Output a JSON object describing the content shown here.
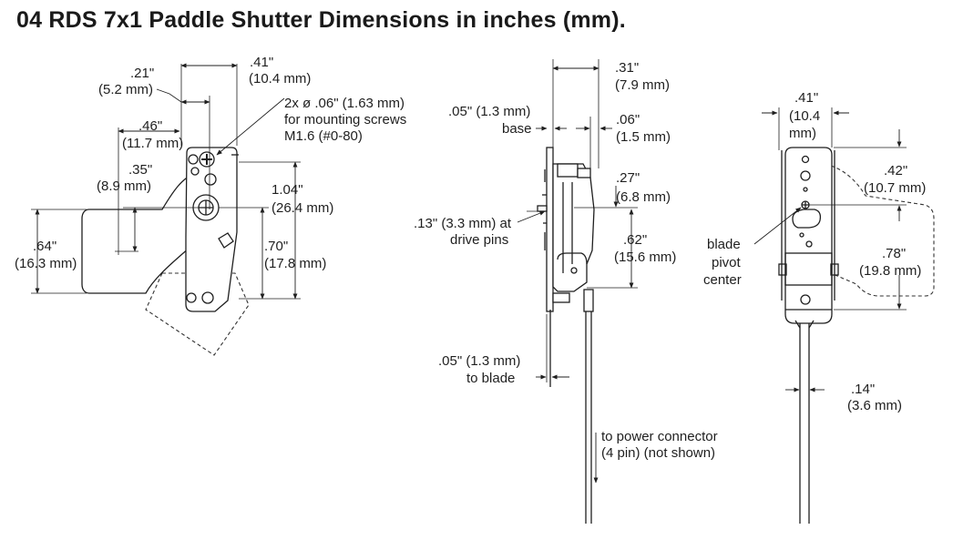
{
  "title": "04 RDS 7x1 Paddle Shutter Dimensions in inches (mm).",
  "front_view": {
    "dim_021_in": ".21\"",
    "dim_021_mm": "(5.2 mm)",
    "dim_041_in": ".41\"",
    "dim_041_mm": "(10.4 mm)",
    "holes_line1": "2x ø .06\" (1.63 mm)",
    "holes_line2": "for mounting screws",
    "holes_line3": "M1.6 (#0-80)",
    "dim_046_in": ".46\"",
    "dim_046_mm": "(11.7 mm)",
    "dim_035_in": ".35\"",
    "dim_035_mm": "(8.9 mm)",
    "dim_104_in": "1.04\"",
    "dim_104_mm": "(26.4 mm)",
    "dim_064_in": ".64\"",
    "dim_064_mm": "(16.3 mm)",
    "dim_070_in": ".70\"",
    "dim_070_mm": "(17.8 mm)"
  },
  "side_view": {
    "dim_031_in": ".31\"",
    "dim_031_mm": "(7.9 mm)",
    "dim_005_base_in": ".05\" (1.3 mm)",
    "base_label": "base",
    "dim_006_in": ".06\"",
    "dim_006_mm": "(1.5 mm)",
    "dim_027_in": ".27\"",
    "dim_027_mm": "(6.8 mm)",
    "dim_013_line1": ".13\" (3.3 mm) at",
    "dim_013_line2": "drive pins",
    "dim_062_in": ".62\"",
    "dim_062_mm": "(15.6 mm)",
    "dim_005_blade_in": ".05\" (1.3 mm)",
    "to_blade_label": "to blade",
    "power_line1": "to power connector",
    "power_line2": "(4 pin) (not shown)"
  },
  "back_view": {
    "dim_041_in": ".41\"",
    "dim_041_mm_l1": "(10.4",
    "dim_041_mm_l2": "mm)",
    "dim_042_in": ".42\"",
    "dim_042_mm": "(10.7 mm)",
    "pivot_line1": "blade",
    "pivot_line2": "pivot",
    "pivot_line3": "center",
    "dim_078_in": ".78\"",
    "dim_078_mm": "(19.8 mm)",
    "dim_014_in": ".14\"",
    "dim_014_mm": "(3.6 mm)"
  },
  "icons": [
    "shutter-front-view",
    "shutter-side-view",
    "shutter-back-view"
  ]
}
